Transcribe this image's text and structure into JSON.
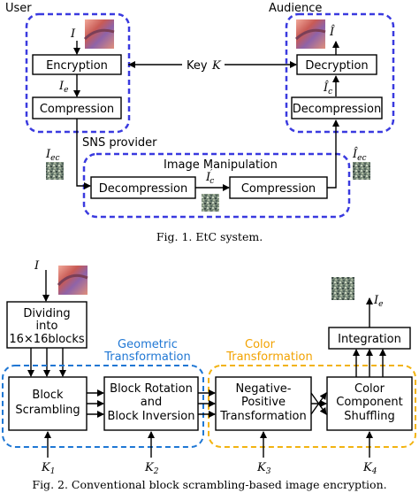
{
  "fig1": {
    "user_label": "User",
    "audience_label": "Audience",
    "sns_label": "SNS provider",
    "manip_label": "Image Manipulation",
    "encryption": "Encryption",
    "compression_user": "Compression",
    "decryption": "Decryption",
    "decompression_aud": "Decompression",
    "decompression_sns": "Decompression",
    "compression_sns": "Compression",
    "key_label": "Key",
    "key_var": "K",
    "var_I": "I",
    "var_Ie_main": "I",
    "var_Ie_sub": "e",
    "var_Iec_main": "I",
    "var_Iec_sub": "ec",
    "var_Iec2_main": "Î",
    "var_Iec2_sub": "ec",
    "var_Icp_main": "I",
    "var_Icp_sup": "′",
    "var_Icp_sub": "c",
    "var_Ic_hat_main": "Î",
    "var_Ic_hat_sub": "c",
    "var_Ihat": "Î",
    "caption": "Fig. 1.   EtC system."
  },
  "fig2": {
    "input_var": "I",
    "output_var_main": "I",
    "output_var_sub": "e",
    "dividing_l1": "Dividing",
    "dividing_l2": "into",
    "dividing_l3": "16×16blocks",
    "geo_l1": "Geometric",
    "geo_l2": "Transformation",
    "color_l1": "Color",
    "color_l2": "Transformation",
    "block_l1": "Block",
    "block_l2": "Scrambling",
    "rot_l1": "Block Rotation",
    "rot_l2": "and",
    "rot_l3": "Block Inversion",
    "neg_l1": "Negative-",
    "neg_l2": "Positive",
    "neg_l3": "Transformation",
    "color_comp_l1": "Color",
    "color_comp_l2": "Component",
    "color_comp_l3": "Shuffling",
    "integration": "Integration",
    "k1_main": "K",
    "k1_sub": "1",
    "k2_main": "K",
    "k2_sub": "2",
    "k3_main": "K",
    "k3_sub": "3",
    "k4_main": "K",
    "k4_sub": "4",
    "caption": "Fig. 2.   Conventional block scrambling-based image encryption."
  },
  "colors": {
    "user_border": "#3a3adf",
    "geo_border": "#1f77d4",
    "geo_text": "#1f77d4",
    "color_border": "#f2b311",
    "color_text": "#f2a200"
  }
}
